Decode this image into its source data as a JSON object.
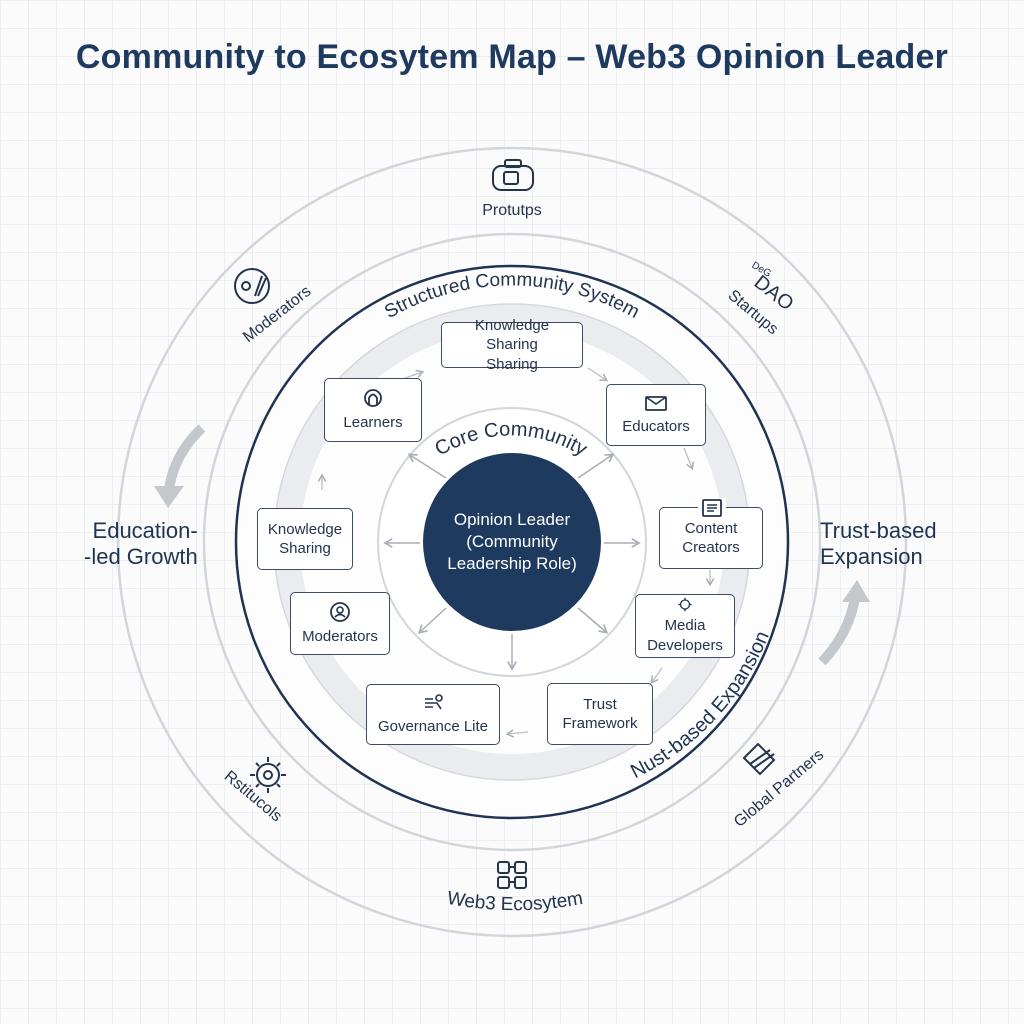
{
  "title": "Community to Ecosytem Map – Web3 Opinion Leader",
  "rings": {
    "structured": "Structured Community System",
    "core": "Core Community",
    "expansion_arc": "Nust-based Expansion"
  },
  "center": {
    "line1": "Opinion Leader",
    "line2": "(Community",
    "line3": "Leadership Role)"
  },
  "inner_nodes": {
    "knowledge_top": {
      "line1": "Knowledge Sharing",
      "line2": "Sharing"
    },
    "learners": "Learners",
    "educators": "Educators",
    "knowledge_left": {
      "line1": "Knowledge",
      "line2": "Sharing"
    },
    "content_creators": {
      "line1": "Content",
      "line2": "Creators"
    },
    "moderators": "Moderators",
    "media_developers": {
      "line1": "Media",
      "line2": "Developers"
    },
    "governance": "Governance Lite",
    "trust_framework": {
      "line1": "Trust",
      "line2": "Framework"
    }
  },
  "outer_labels": {
    "top": "Protutps",
    "moderators": "Moderators",
    "dao": "DAO",
    "dao_small": "DeG",
    "startups": "Startups",
    "bottom_left": "Rstitucols",
    "global_partners": "Global Partners",
    "ecosystem": "Web3 Ecosytem"
  },
  "side_labels": {
    "left": {
      "line1": "Education-",
      "line2": "-led Growth"
    },
    "right": {
      "line1": "Trust-based",
      "line2": "Expansion"
    }
  },
  "colors": {
    "navy": "#1e3a5f",
    "ring_gray": "#d2d5da",
    "ring_dark": "#1f3352",
    "arrow_gray": "#b9bdc4"
  }
}
